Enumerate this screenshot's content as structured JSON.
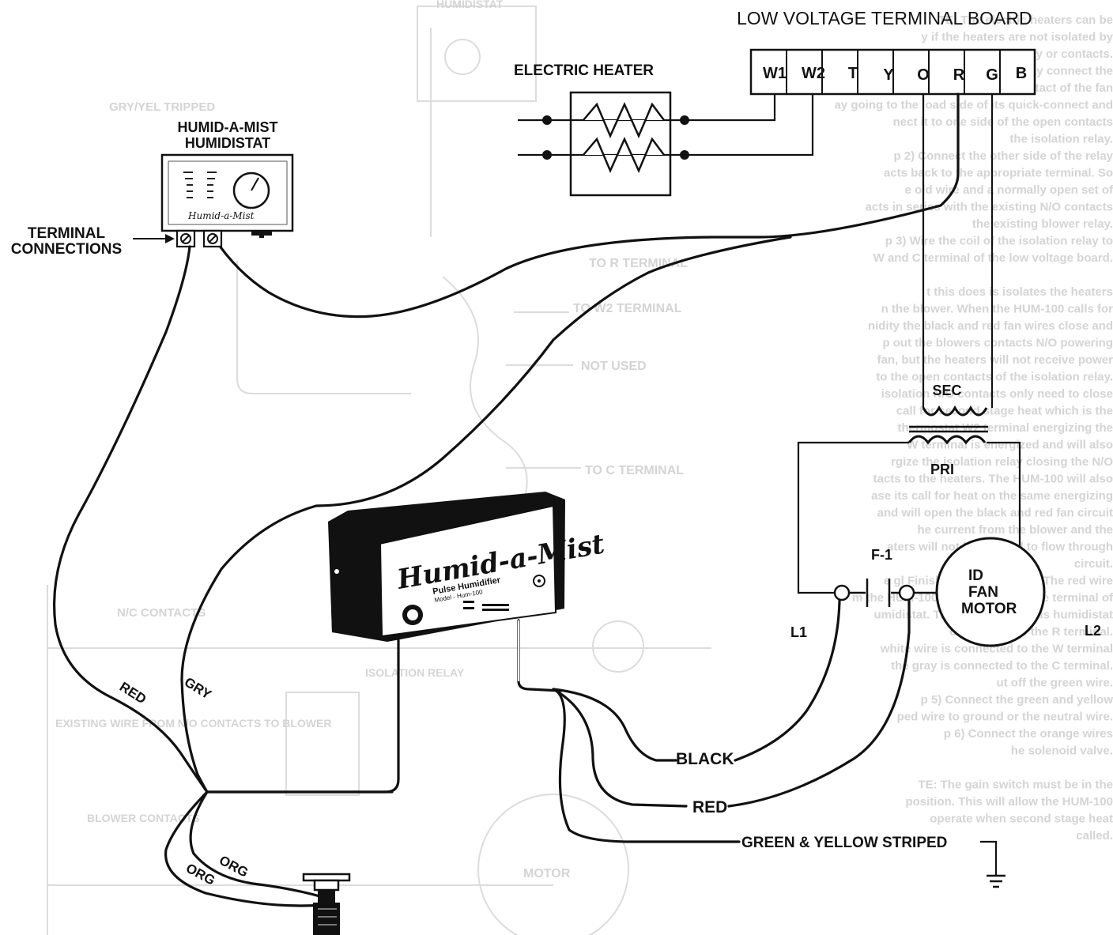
{
  "title": "LOW VOLTAGE TERMINAL BOARD",
  "terminals": [
    "W1",
    "W2",
    "T",
    "Y",
    "O",
    "R",
    "G",
    "B"
  ],
  "heater_label": "ELECTRIC HEATER",
  "humidistat": {
    "line1": "HUMID-A-MIST",
    "line2": "HUMIDISTAT",
    "face_brand": "Humid-a-Mist",
    "terminal_label_line1": "TERMINAL",
    "terminal_label_line2": "CONNECTIONS"
  },
  "humidifier": {
    "brand": "Humid-a-Mist",
    "subtitle": "Pulse Humidifier",
    "model": "Model - Hum-100"
  },
  "transformer": {
    "secondary": "SEC",
    "primary": "PRI"
  },
  "motor": {
    "line1": "ID",
    "line2": "FAN",
    "line3": "MOTOR"
  },
  "switch_label": "F-1",
  "line_labels": {
    "l1": "L1",
    "l2": "L2"
  },
  "wire_labels": {
    "black": "BLACK",
    "red_right": "RED",
    "ground": "GREEN & YELLOW STRIPED",
    "red_left": "RED",
    "gray": "GRY",
    "org1": "ORG",
    "org2": "ORG"
  },
  "background_text": {
    "top_center": "HUMIDISTAT",
    "gray_tripped": "GRY/YEL TRIPPED",
    "to_r": "TO R TERMINAL",
    "to_w2": "TO W2 TERMINAL",
    "not_used": "NOT USED",
    "to_c": "TO C TERMINAL",
    "nc_contacts": "N/C CONTACTS",
    "isolation_relay": "ISOLATION RELAY",
    "existing_wire": "EXISTING WIRE FROM N/O CONTACTS TO BLOWER",
    "blower_contacts": "BLOWER CONTACTS",
    "motor": "MOTOR",
    "paragraph_lines": [
      "TE: The electric heaters can be",
      "y if the heaters are not isolated by",
      "n own relay or contacts.",
      "p 1) Using an N/O relay connect the",
      "ating wire from the N/O contact of the fan",
      "ay going to the load side of its quick-connect and",
      "nect it to one side of the open contacts",
      "the isolation relay.",
      "p 2) Connect the other side of the relay",
      "acts back to the appropriate terminal. So",
      "e old wire and a normally open set of",
      "acts in series with the existing N/O contacts",
      "the existing blower relay.",
      "p 3) Wire the coil of the isolation relay to",
      "W and C terminal of the low voltage board.",
      "",
      "t this does is isolates the heaters",
      "n the blower. When the HUM-100 calls for",
      "nidity the black and red fan wires close and",
      "p out the blowers contacts N/O powering",
      "fan, but the heaters will not receive power",
      "to the open contacts of the isolation relay.",
      "isolation N/O contacts only need to close",
      "call for second stage heat which is the",
      "thermostat W2 terminal energizing the",
      "W terminal is energized and will also",
      "rgize the isolation relay closing the N/O",
      "tacts to the heaters. The HUM-100 will also",
      "ase its call for heat on the same energizing",
      "and will open the black and red fan circuit",
      "he current from the blower and the",
      "aters will not be allowed to flow through",
      "circuit.",
      "e gl Finish the connections. The red wire",
      "m the HUM-100 is connected to the terminal of",
      "umidistat. The other terminal is humidistat",
      "connection to the R terminal.",
      "white wire is connected to the W terminal",
      "the gray is connected to the C terminal.",
      "ut off the green wire.",
      "p 5) Connect the green and yellow",
      "ped wire to ground or the neutral wire.",
      "p 6) Connect the orange wires",
      "he solenoid valve.",
      "",
      "TE: The gain switch must be in the",
      "position. This will allow the HUM-100",
      "operate when second stage heat",
      "called."
    ]
  }
}
